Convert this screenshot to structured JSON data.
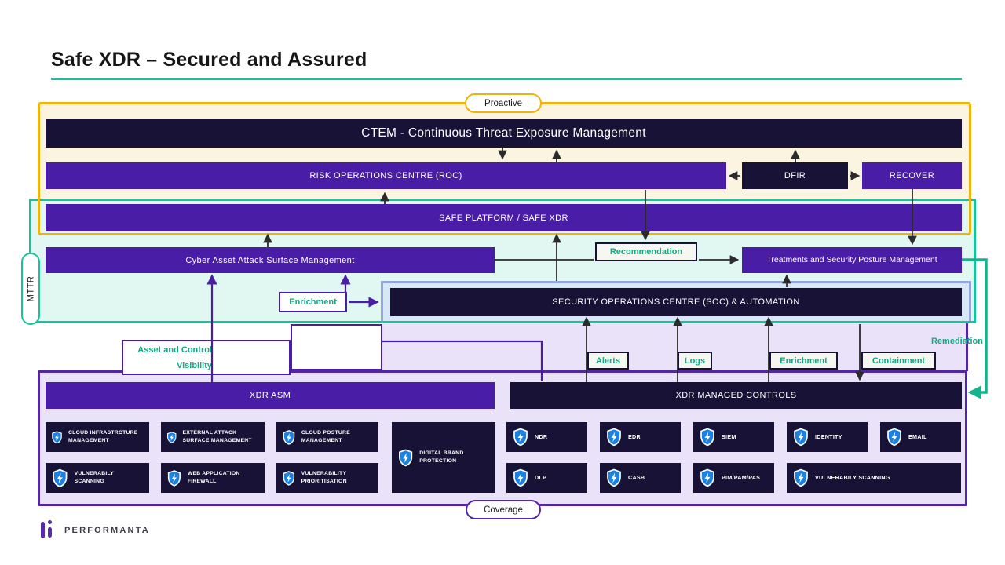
{
  "title": "Safe XDR – Secured and Assured",
  "badges": {
    "proactive": "Proactive",
    "coverage": "Coverage",
    "mttr": "MTTR",
    "remediation": "Remediation"
  },
  "bars": {
    "ctem": "CTEM - Continuous Threat Exposure Management",
    "roc": "RISK OPERATIONS CENTRE (ROC)",
    "dfir": "DFIR",
    "recover": "RECOVER",
    "safe_platform": "SAFE PLATFORM / SAFE XDR",
    "caasm": "Cyber Asset Attack Surface Management",
    "treatments": "Treatments and Security Posture Management",
    "soc": "SECURITY OPERATIONS CENTRE (SOC) & AUTOMATION",
    "xdr_asm": "XDR ASM",
    "xdr_managed": "XDR MANAGED CONTROLS"
  },
  "flow_labels": {
    "recommendation": "Recommendation",
    "enrichment_left": "Enrichment",
    "asset_control_line1": "Asset and Control",
    "asset_control_line2": "Visibility",
    "alerts": "Alerts",
    "logs": "Logs",
    "enrichment_right": "Enrichment",
    "containment": "Containment"
  },
  "asm_items": [
    {
      "label": "CLOUD INFRASTRCTURE MANAGEMENT"
    },
    {
      "label": "EXTERNAL ATTACK SURFACE MANAGEMENT"
    },
    {
      "label": "CLOUD POSTURE MANAGEMENT"
    },
    {
      "label": "DIGITAL BRAND PROTECTION"
    },
    {
      "label": "VULNERABILY SCANNING"
    },
    {
      "label": "WEB APPLICATION FIREWALL"
    },
    {
      "label": "VULNERABILITY PRIORITISATION"
    }
  ],
  "managed_items": [
    {
      "label": "NDR"
    },
    {
      "label": "EDR"
    },
    {
      "label": "SIEM"
    },
    {
      "label": "IDENTITY"
    },
    {
      "label": "EMAIL"
    },
    {
      "label": "DLP"
    },
    {
      "label": "CASB"
    },
    {
      "label": "PIM/PAM/PAS"
    },
    {
      "label": "VULNERABILY SCANNING"
    }
  ],
  "logo": {
    "text": "PERFORMANTA"
  },
  "colors": {
    "navy": "#181237",
    "purple": "#4a1da6",
    "yellow_border": "#efb310",
    "cream_fill": "#fbf4e1",
    "teal_border": "#16c39d",
    "mint_fill": "#e1f8f2",
    "soc_fill": "#d8e7f6",
    "soc_border": "#96a7dc",
    "lavender_fill": "#eae2f8",
    "coverage_border": "#5226a5",
    "label_teal": "#13a983",
    "shield_blue": "#1b82e3"
  }
}
